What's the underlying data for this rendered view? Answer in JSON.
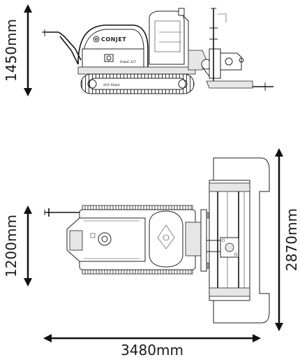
{
  "brand": {
    "name": "CONJET",
    "model_label": "Robot 327",
    "acr_label": "ACR Robot"
  },
  "dimensions": {
    "height": "1450mm",
    "width": "1200mm",
    "reach": "2870mm",
    "length": "3480mm"
  }
}
